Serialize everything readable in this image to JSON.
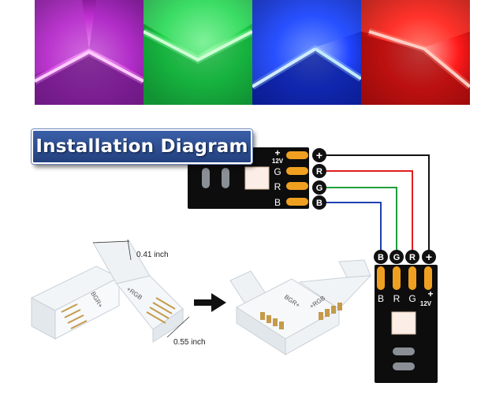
{
  "title": "Installation Diagram",
  "photo_colors": [
    "#d83fe0",
    "#1fd24a",
    "#2044ff",
    "#ff1a1a"
  ],
  "colors": {
    "wire_positive": "#111111",
    "wire_red": "#e01e1e",
    "wire_green": "#1e9e3a",
    "wire_blue": "#1f3fb0",
    "pcb": "#0d0d0d",
    "pad": "#f0a020",
    "banner": "#2d4f96"
  },
  "top_board": {
    "labels": [
      "+",
      "G",
      "R",
      "B"
    ],
    "voltage": "12V",
    "terminals": [
      "+",
      "R",
      "G",
      "B"
    ]
  },
  "right_board": {
    "terminals": [
      "B",
      "G",
      "R",
      "+"
    ],
    "labels": [
      "B",
      "R",
      "G",
      "+"
    ],
    "voltage": "12V"
  },
  "connector": {
    "dim_width": "0.41 inch",
    "dim_length": "0.55 inch",
    "pin_text_a": "BGR+",
    "pin_text_b": "+RGB"
  }
}
